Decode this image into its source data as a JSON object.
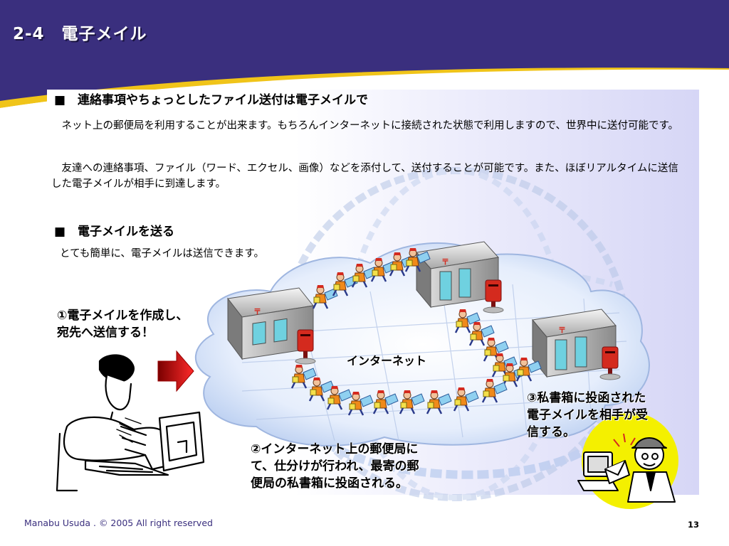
{
  "slide": {
    "title": "2-4　電子メイル",
    "footer_credit": "Manabu Usuda . © 2005 All right reserved",
    "page_number": "13"
  },
  "section1": {
    "heading": "■　連絡事項やちょっとしたファイル送付は電子メイルで",
    "paragraphs": [
      "　ネット上の郵便局を利用することが出来ます。もちろんインターネットに接続された状態で利用しますので、世界中に送付可能です。",
      "　友達への連絡事項、ファイル（ワード、エクセル、画像）などを添付して、送付することが可能です。また、ほぼリアルタイムに送信した電子メイルが相手に到達します。"
    ]
  },
  "section2": {
    "heading": "■　電子メイルを送る",
    "paragraph": "とても簡単に、電子メイルは送信できます。"
  },
  "diagram": {
    "internet_label": "インターネット",
    "step1": [
      "①電子メイルを作成し、",
      "宛先へ送信する！"
    ],
    "step2": [
      "②インターネット上の郵便局に",
      "て、仕分けが行われ、最寄の郵",
      "便局の私書箱に投函される。"
    ],
    "step3": [
      "③私書箱に投函された",
      "電子メイルを相手が受",
      "信する。"
    ],
    "postal_mark": "〒",
    "icons": [
      "post-office-icon",
      "mailbox-icon",
      "mail-carrier-icon",
      "arrow-right-icon",
      "person-at-computer-icon",
      "receiver-at-computer-icon"
    ]
  },
  "colors": {
    "header_navy": "#3a2f7e",
    "swoosh_gold": "#f0c419",
    "cloud_blue": "#c9d9f5",
    "mailbox_red": "#d42a1e",
    "arrow_red": "#e01b1b",
    "receiver_yellow": "#f4f000"
  }
}
